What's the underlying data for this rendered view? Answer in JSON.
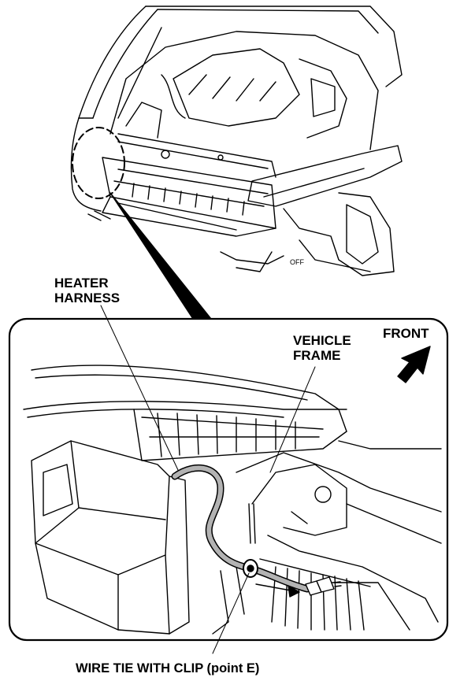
{
  "labels": {
    "heater_harness": [
      "HEATER",
      "HARNESS"
    ],
    "vehicle_frame": [
      "VEHICLE",
      "FRAME"
    ],
    "front": "FRONT",
    "wire_tie": "WIRE TIE WITH CLIP (point E)"
  },
  "colors": {
    "line": "#000000",
    "harness_fill": "#b3b3b3",
    "background": "#ffffff"
  },
  "icons": [
    "front-direction-arrow-icon"
  ]
}
